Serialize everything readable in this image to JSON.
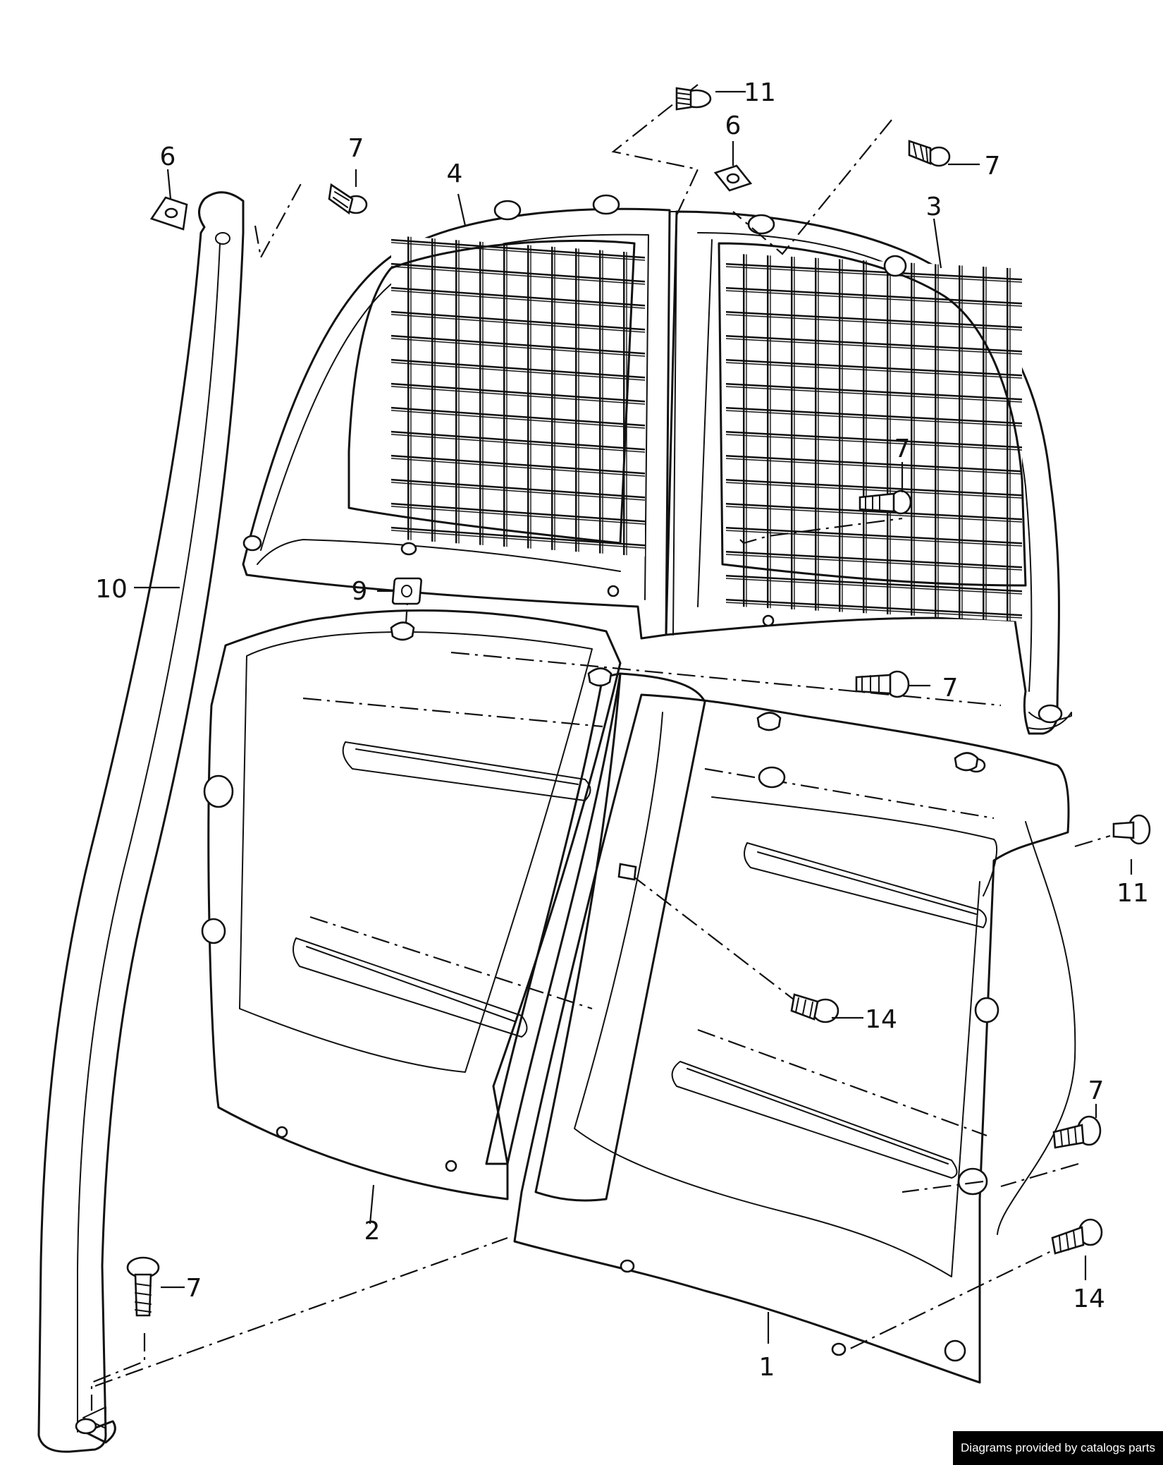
{
  "callouts": [
    {
      "id": "c1",
      "text": "1"
    },
    {
      "id": "c2",
      "text": "2"
    },
    {
      "id": "c3",
      "text": "3"
    },
    {
      "id": "c4",
      "text": "4"
    },
    {
      "id": "c6a",
      "text": "6"
    },
    {
      "id": "c6b",
      "text": "6"
    },
    {
      "id": "c7a",
      "text": "7"
    },
    {
      "id": "c7b",
      "text": "7"
    },
    {
      "id": "c7c",
      "text": "7"
    },
    {
      "id": "c7d",
      "text": "7"
    },
    {
      "id": "c7e",
      "text": "7"
    },
    {
      "id": "c7f",
      "text": "7"
    },
    {
      "id": "c9",
      "text": "9"
    },
    {
      "id": "c10",
      "text": "10"
    },
    {
      "id": "c11a",
      "text": "11"
    },
    {
      "id": "c11b",
      "text": "11"
    },
    {
      "id": "c14a",
      "text": "14"
    },
    {
      "id": "c14b",
      "text": "14"
    }
  ],
  "credit": "Diagrams provided by catalogs parts"
}
